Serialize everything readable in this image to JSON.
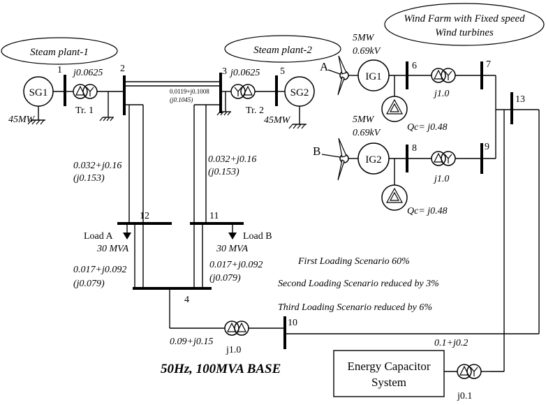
{
  "labels": {
    "steam1": "Steam plant-1",
    "steam2": "Steam plant-2",
    "wind_line1": "Wind Farm with Fixed speed",
    "wind_line2": "Wind turbines",
    "sg1": "SG1",
    "sg2": "SG2",
    "ig1": "IG1",
    "ig2": "IG2",
    "tr1": "Tr. 1",
    "tr2": "Tr. 2",
    "mw_sg1": "45MW",
    "mw_sg2": "45MW",
    "ig1_mw": "5MW",
    "ig1_kv": "0.69kV",
    "ig2_mw": "5MW",
    "ig2_kv": "0.69kV",
    "turbine_a": "A",
    "turbine_b": "B",
    "qc1": "Qc= j0.48",
    "qc2": "Qc= j0.48",
    "load_a": "Load A",
    "load_a_mva": "30 MVA",
    "load_b": "Load B",
    "load_b_mva": "30 MVA",
    "ecs_line1": "Energy Capacitor",
    "ecs_line2": "System",
    "footer": "50Hz, 100MVA BASE"
  },
  "buses": {
    "b1": "1",
    "b2": "2",
    "b3": "3",
    "b4": "4",
    "b5": "5",
    "b6": "6",
    "b7": "7",
    "b8": "8",
    "b9": "9",
    "b10": "10",
    "b11": "11",
    "b12": "12",
    "b13": "13"
  },
  "impedances": {
    "tr1": "j0.0625",
    "tr2": "j0.0625",
    "line23_a": "0.0119+j0.1008",
    "line23_b": "(j0.1045)",
    "left_upper_a": "0.032+j0.16",
    "left_upper_b": "(j0.153)",
    "right_upper_a": "0.032+j0.16",
    "right_upper_b": "(j0.153)",
    "left_lower_a": "0.017+j0.092",
    "left_lower_b": "(j0.079)",
    "right_lower_a": "0.017+j0.092",
    "right_lower_b": "(j0.079)",
    "tr67": "j1.0",
    "tr89": "j1.0",
    "tr410_z": "0.09+j0.15",
    "tr410": "j1.0",
    "line13_ecs": "0.1+j0.2",
    "tr_ecs": "j0.1"
  },
  "scenarios": {
    "s1": "First Loading Scenario 60%",
    "s2": "Second Loading Scenario reduced by 3%",
    "s3": "Third Loading Scenario reduced by 6%"
  }
}
